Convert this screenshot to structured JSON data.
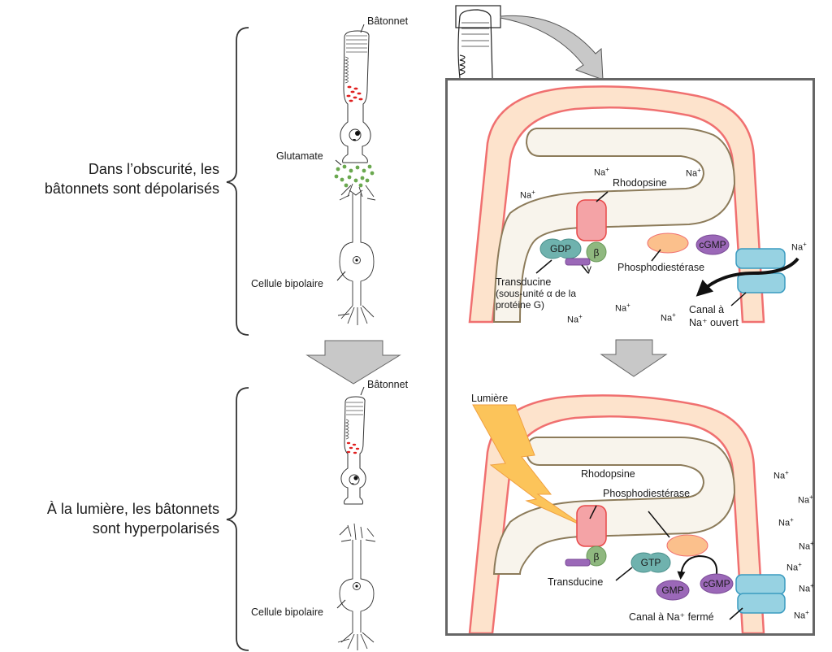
{
  "states": {
    "dark": {
      "line1": "Dans l’obscurité, les",
      "line2": "bâtonnets sont dépolarisés"
    },
    "light": {
      "line1": "À la lumière, les bâtonnets",
      "line2": "sont hyperpolarisés"
    }
  },
  "cells": {
    "rod_label": "Bâtonnet",
    "glutamate_label": "Glutamate",
    "bipolar_label": "Cellule bipolaire"
  },
  "dark_panel": {
    "rhodopsine": "Rhodopsine",
    "gdp": "GDP",
    "beta": "β",
    "gamma": "γ",
    "transducine_line1": "Transducine",
    "transducine_line2": "(sous-unité α de la",
    "transducine_line3": "protéine G)",
    "phosphodiesterase": "Phosphodiestérase",
    "cgmp": "cGMP",
    "channel_line1": "Canal à",
    "channel_line2": "Na⁺ ouvert",
    "ion": "Na",
    "ion_charge": "+"
  },
  "light_panel": {
    "lumiere": "Lumière",
    "rhodopsine": "Rhodopsine",
    "phosphodiesterase": "Phosphodiestérase",
    "beta": "β",
    "gtp": "GTP",
    "transducine": "Transducine",
    "gmp": "GMP",
    "cgmp": "cGMP",
    "channel": "Canal à Na⁺ fermé",
    "ion": "Na",
    "ion_charge": "+"
  },
  "colors": {
    "membrane_outline": "#f07070",
    "membrane_fill": "#fde3cc",
    "disc_outline": "#8c7b5a",
    "disc_fill": "#f8f4ec",
    "rhodopsin": "#f4a3a6",
    "transducin": "#6fb2ae",
    "beta_subunit": "#8fb87f",
    "gamma_subunit": "#9b68b8",
    "pde": "#fbc08c",
    "cgmp": "#9b68b8",
    "channel": "#97d2e2",
    "light_bolt": "#fcc45a",
    "arrow_gray": "#c8c8c8",
    "glutamate": "#6aa84f",
    "vesicle": "#e02020"
  }
}
